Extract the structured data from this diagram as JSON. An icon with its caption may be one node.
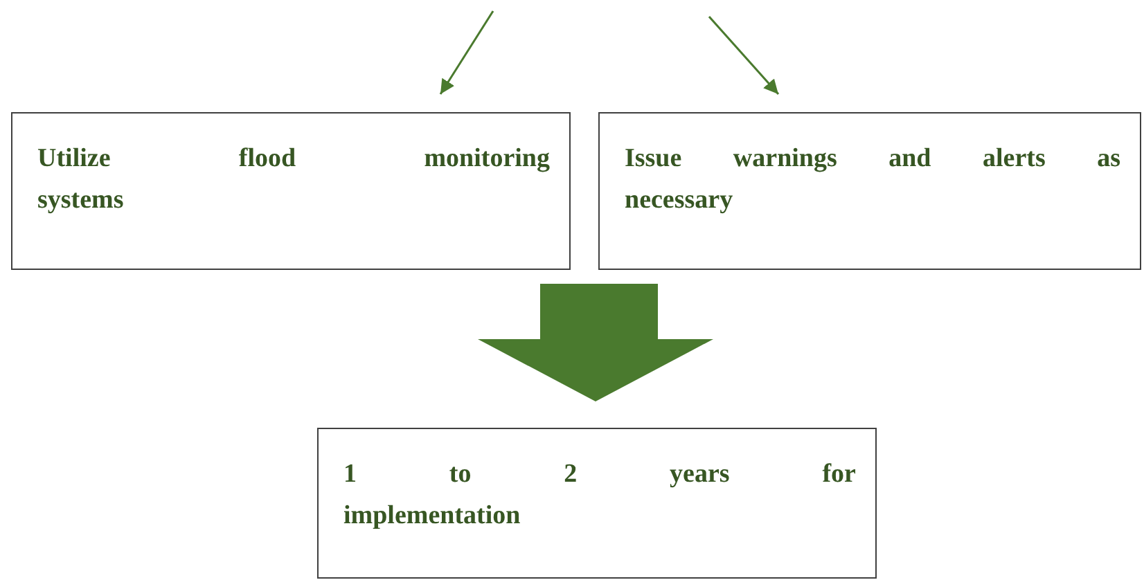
{
  "diagram": {
    "nodes": [
      {
        "text": [
          "Utilize flood monitoring systems"
        ]
      },
      {
        "text": [
          "Issue warnings and alerts as necessary"
        ]
      },
      {
        "text": [
          "1 to 2 years for implementation"
        ]
      }
    ],
    "edges": [
      {
        "from": null,
        "to": 0,
        "arrow": "to"
      },
      {
        "from": null,
        "to": 1,
        "arrow": "to"
      },
      {
        "from": 0,
        "to": 2,
        "arrow": "to",
        "style": "thick"
      },
      {
        "from": 1,
        "to": 2,
        "arrow": "to",
        "style": "thick"
      }
    ]
  }
}
